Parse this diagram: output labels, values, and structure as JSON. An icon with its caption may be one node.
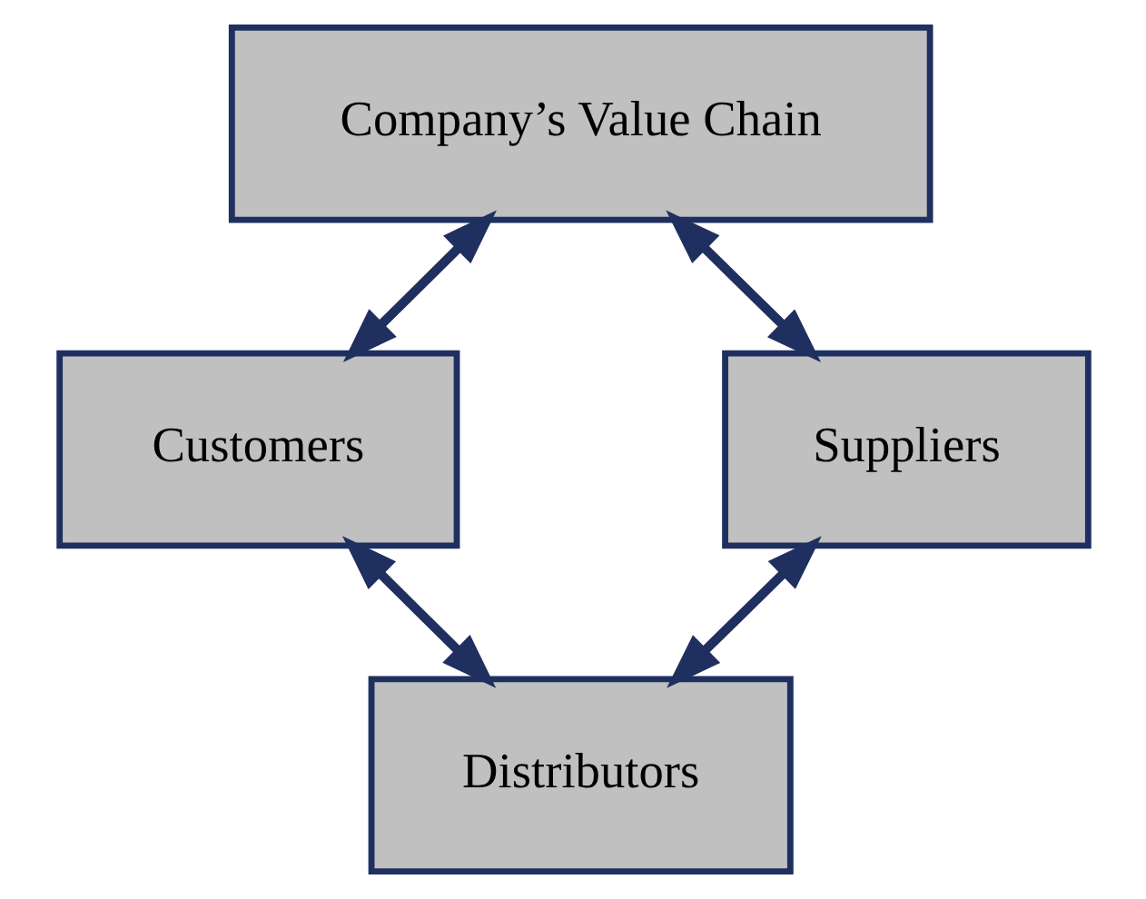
{
  "diagram": {
    "nodes": [
      {
        "text": [
          "Company’s Value Chain"
        ]
      },
      {
        "text": [
          "Customers"
        ]
      },
      {
        "text": [
          "Suppliers"
        ]
      },
      {
        "text": [
          "Distributors"
        ]
      }
    ],
    "edges": [
      {
        "from": 0,
        "to": 1,
        "arrow": "both"
      },
      {
        "from": 0,
        "to": 2,
        "arrow": "both"
      },
      {
        "from": 1,
        "to": 3,
        "arrow": "both"
      },
      {
        "from": 2,
        "to": 3,
        "arrow": "both"
      }
    ]
  }
}
